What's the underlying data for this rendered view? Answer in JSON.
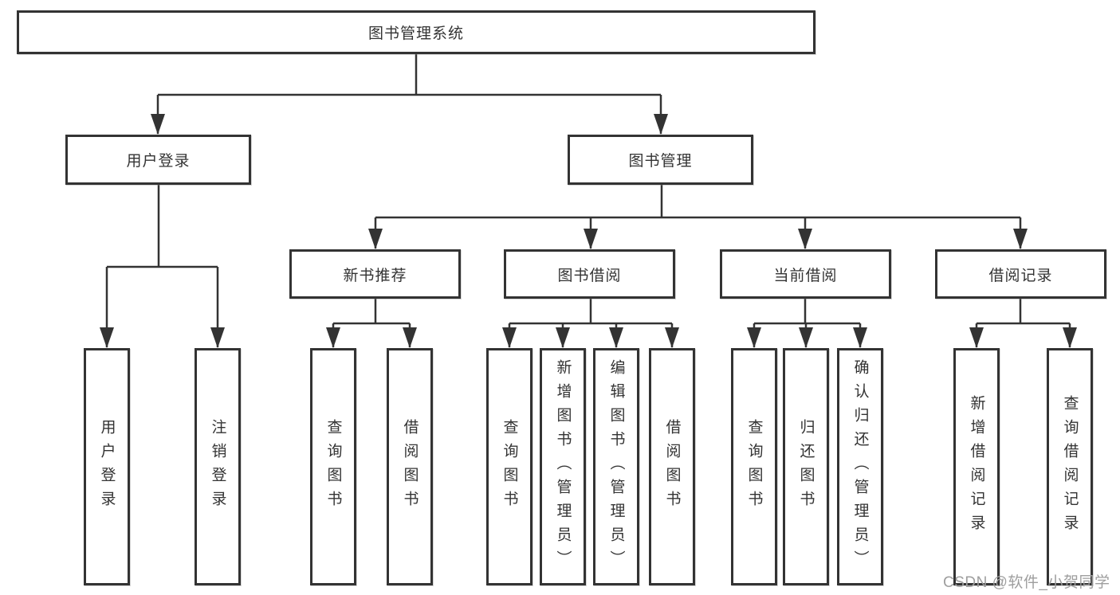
{
  "page": {
    "background": "#ffffff",
    "line_color": "#333333",
    "text_color": "#333333",
    "box_fill": "#ffffff"
  },
  "tree": {
    "label": "图书管理系统",
    "children": [
      {
        "label": "用户登录",
        "children": [
          {
            "label": "用户登录"
          },
          {
            "label": "注销登录"
          }
        ]
      },
      {
        "label": "图书管理",
        "children": [
          {
            "label": "新书推荐",
            "children": [
              {
                "label": "查询图书"
              },
              {
                "label": "借阅图书"
              }
            ]
          },
          {
            "label": "图书借阅",
            "children": [
              {
                "label": "查询图书"
              },
              {
                "label": "新增图书（管理员）"
              },
              {
                "label": "编辑图书（管理员）"
              },
              {
                "label": "借阅图书"
              }
            ]
          },
          {
            "label": "当前借阅",
            "children": [
              {
                "label": "查询图书"
              },
              {
                "label": "归还图书"
              },
              {
                "label": "确认归还（管理员）"
              }
            ]
          },
          {
            "label": "借阅记录",
            "children": [
              {
                "label": "新增借阅记录"
              },
              {
                "label": "查询借阅记录"
              }
            ]
          }
        ]
      }
    ]
  },
  "watermark": {
    "text": "CSDN @软件_小贺同学",
    "color": "#9e9e9e"
  }
}
